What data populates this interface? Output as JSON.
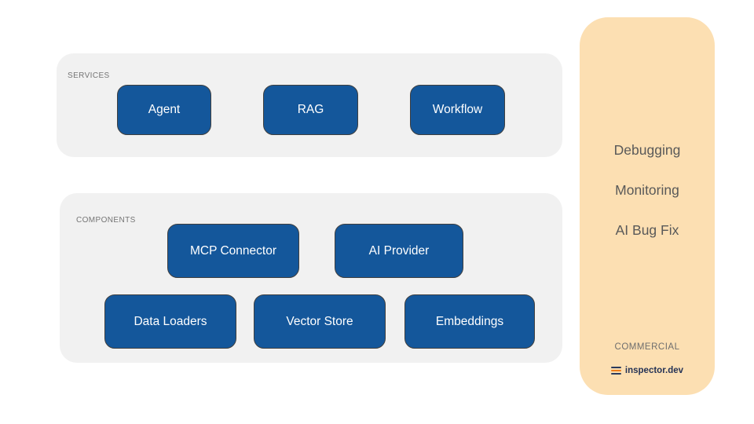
{
  "services": {
    "label": "SERVICES",
    "items": [
      "Agent",
      "RAG",
      "Workflow"
    ]
  },
  "components": {
    "label": "COMPONENTS",
    "row1": [
      "MCP Connector",
      "AI Provider"
    ],
    "row2": [
      "Data Loaders",
      "Vector Store",
      "Embeddings"
    ]
  },
  "commercial": {
    "features": [
      "Debugging",
      "Monitoring",
      "AI Bug Fix"
    ],
    "label": "COMMERCIAL",
    "brand": "inspector.dev"
  },
  "colors": {
    "box_blue": "#14579b",
    "box_border": "#3f3f3f",
    "panel_gray": "#f1f1f1",
    "panel_orange": "#fcdfb2",
    "feature_text": "#595959",
    "brand_navy": "#253356",
    "brand_orange": "#ee7d18"
  }
}
